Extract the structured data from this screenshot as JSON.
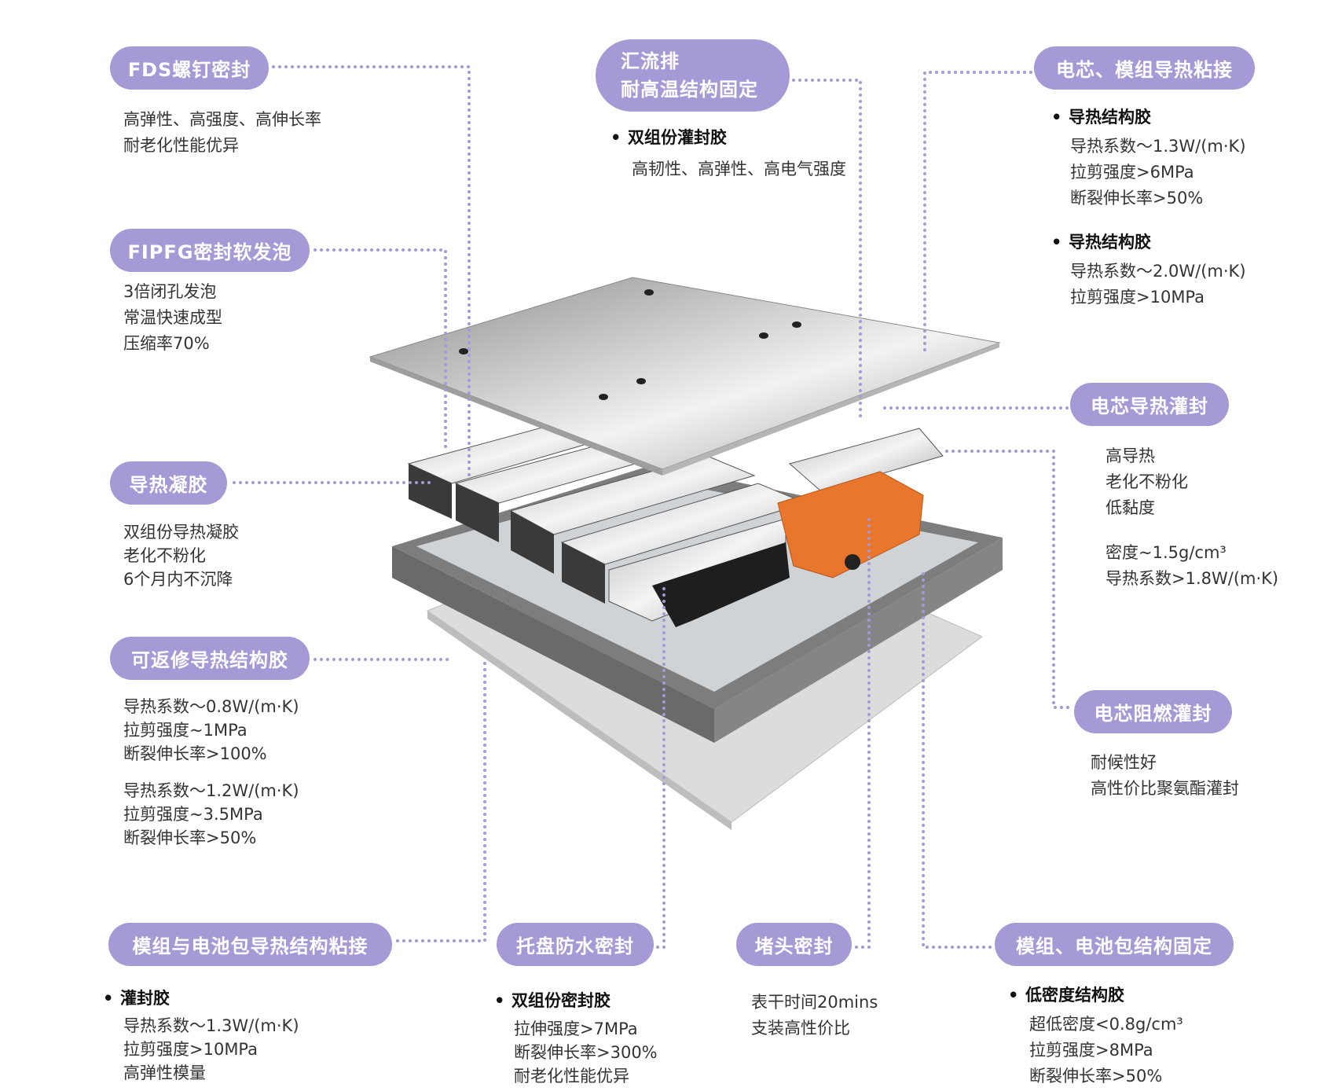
{
  "labels": {
    "fds": {
      "title": "FDS螺钉密封",
      "lines": [
        "高弹性、高强度、高伸长率",
        "耐老化性能优异"
      ]
    },
    "busbar": {
      "title_lines": [
        "汇流排",
        "耐高温结构固定"
      ],
      "bullet": "双组份灌封胶",
      "lines": [
        "高韧性、高弹性、高电气强度"
      ]
    },
    "cell_module_bond": {
      "title": "电芯、模组导热粘接",
      "bullet1": "导热结构胶",
      "lines1": [
        "导热系数～1.3W/(m·K)",
        "拉剪强度>6MPa",
        "断裂伸长率>50%"
      ],
      "bullet2": "导热结构胶",
      "lines2": [
        "导热系数～2.0W/(m·K)",
        "拉剪强度>10MPa"
      ]
    },
    "fipfg": {
      "title": "FIPFG密封软发泡",
      "lines": [
        "3倍闭孔发泡",
        "常温快速成型",
        "压缩率70%"
      ]
    },
    "gel": {
      "title": "导热凝胶",
      "lines": [
        "双组份导热凝胶",
        "老化不粉化",
        "6个月内不沉降"
      ]
    },
    "cell_potting": {
      "title": "电芯导热灌封",
      "lines1": [
        "高导热",
        "老化不粉化",
        "低黏度"
      ],
      "lines2": [
        "密度~1.5g/cm³",
        "导热系数>1.8W/(m·K)"
      ]
    },
    "reworkable": {
      "title": "可返修导热结构胶",
      "lines1": [
        "导热系数～0.8W/(m·K)",
        "拉剪强度~1MPa",
        "断裂伸长率>100%"
      ],
      "lines2": [
        "导热系数～1.2W/(m·K)",
        "拉剪强度~3.5MPa",
        "断裂伸长率>50%"
      ]
    },
    "flame": {
      "title": "电芯阻燃灌封",
      "lines": [
        "耐候性好",
        "高性价比聚氨酯灌封"
      ]
    },
    "pack_bond": {
      "title": "模组与电池包导热结构粘接",
      "bullet": "灌封胶",
      "lines": [
        "导热系数～1.3W/(m·K)",
        "拉剪强度>10MPa",
        "高弹性模量"
      ]
    },
    "tray": {
      "title": "托盘防水密封",
      "bullet": "双组份密封胶",
      "lines": [
        "拉伸强度>7MPa",
        "断裂伸长率>300%",
        "耐老化性能优异"
      ]
    },
    "plug": {
      "title": "堵头密封",
      "lines": [
        "表干时间20mins",
        "支装高性价比"
      ]
    },
    "structure": {
      "title": "模组、电池包结构固定",
      "bullet": "低密度结构胶",
      "lines": [
        "超低密度<0.8g/cm³",
        "拉剪强度>8MPa",
        "断裂伸长率>50%"
      ]
    }
  },
  "colors": {
    "accent": "#A599D6",
    "orange": "#E8762C"
  }
}
